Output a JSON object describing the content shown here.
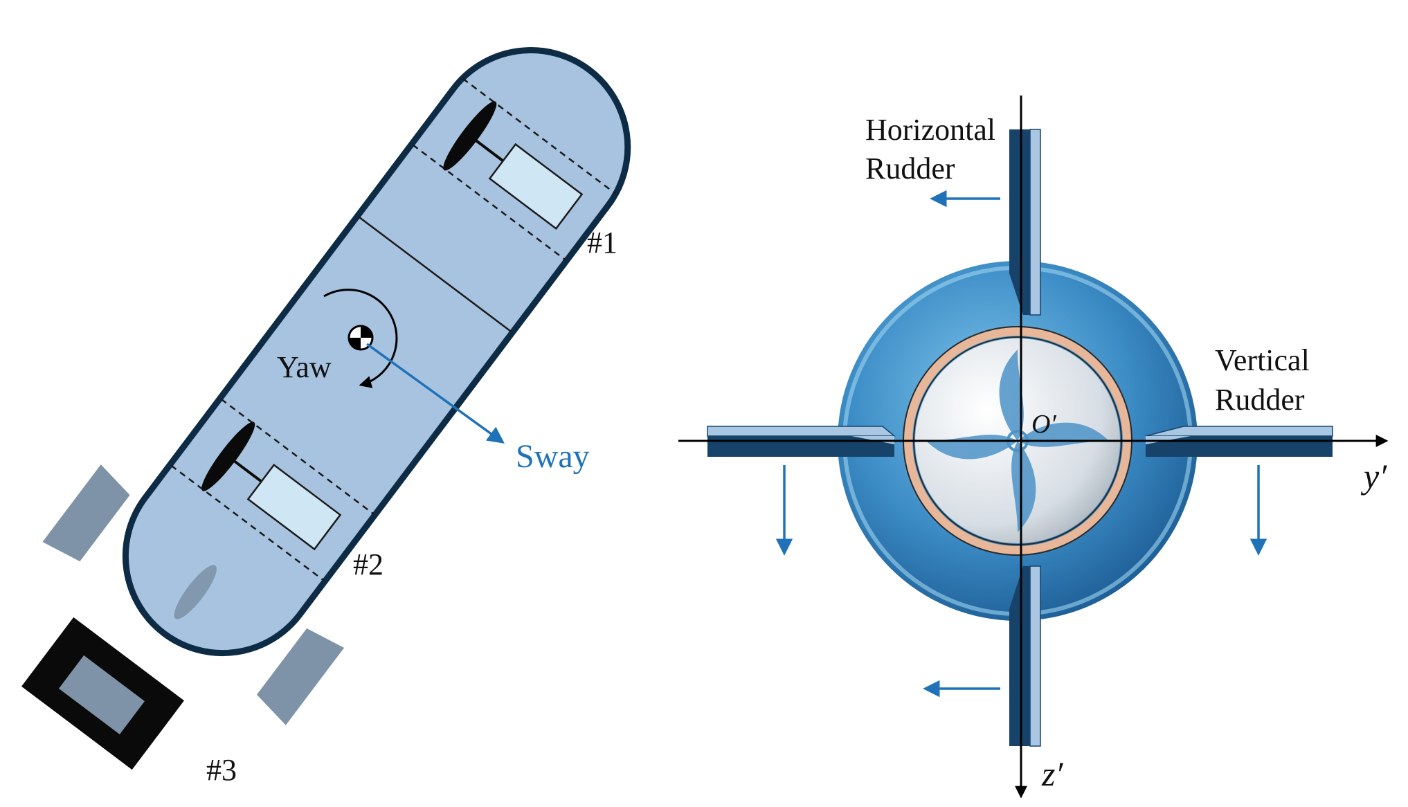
{
  "left_panel": {
    "thruster_labels": {
      "t1": "#1",
      "t2": "#2",
      "t3": "#3"
    },
    "motion_labels": {
      "yaw": "Yaw",
      "sway": "Sway"
    }
  },
  "right_panel": {
    "horizontal_rudder": {
      "line1": "Horizontal",
      "line2": "Rudder"
    },
    "vertical_rudder": {
      "line1": "Vertical",
      "line2": "Rudder"
    },
    "axes": {
      "y": "y′",
      "z": "z′",
      "origin": "O′"
    }
  },
  "colors": {
    "hull_fill": "#a7c3df",
    "hull_outline": "#0d2b45",
    "window_fill": "#cfe6f5",
    "fin_grey": "#7f93a8",
    "motion_arrow": "#1f72b8",
    "rudder_dark": "#17436b",
    "rudder_light": "#a9c6e2",
    "ring": "#e8b79a"
  }
}
